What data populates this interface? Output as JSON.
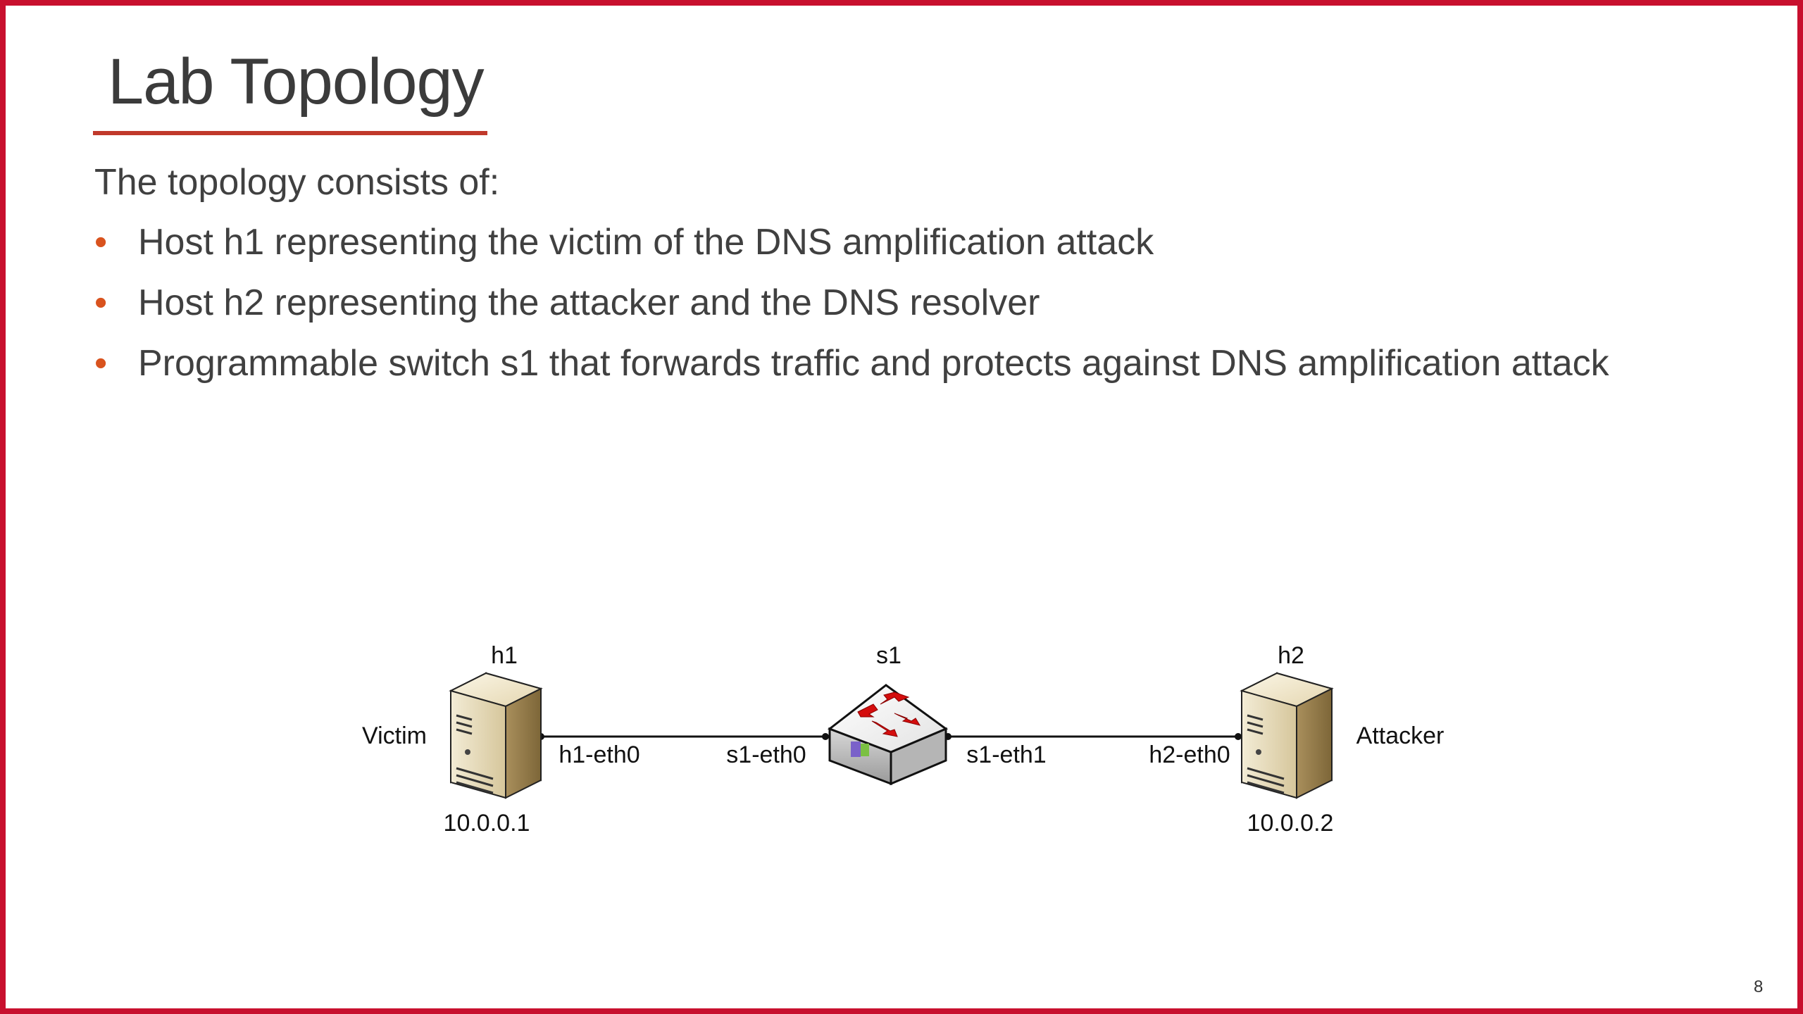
{
  "slide": {
    "title": "Lab Topology",
    "intro": "The topology consists of:",
    "bullets": [
      "Host h1 representing the victim of the DNS amplification attack",
      "Host h2 representing the attacker and the DNS resolver",
      "Programmable switch s1 that forwards traffic and protects against DNS amplification attack"
    ],
    "page_number": "8",
    "accent_color": "#c8102e",
    "bullet_color": "#d9531e"
  },
  "topology": {
    "h1": {
      "name": "h1",
      "role": "Victim",
      "ip": "10.0.0.1",
      "interface": "h1-eth0",
      "icon": "server-icon"
    },
    "s1": {
      "name": "s1",
      "iface_left": "s1-eth0",
      "iface_right": "s1-eth1",
      "icon": "switch-icon"
    },
    "h2": {
      "name": "h2",
      "role": "Attacker",
      "ip": "10.0.0.2",
      "interface": "h2-eth0",
      "icon": "server-icon"
    },
    "links": [
      {
        "from": "h1",
        "to": "s1"
      },
      {
        "from": "s1",
        "to": "h2"
      }
    ]
  }
}
